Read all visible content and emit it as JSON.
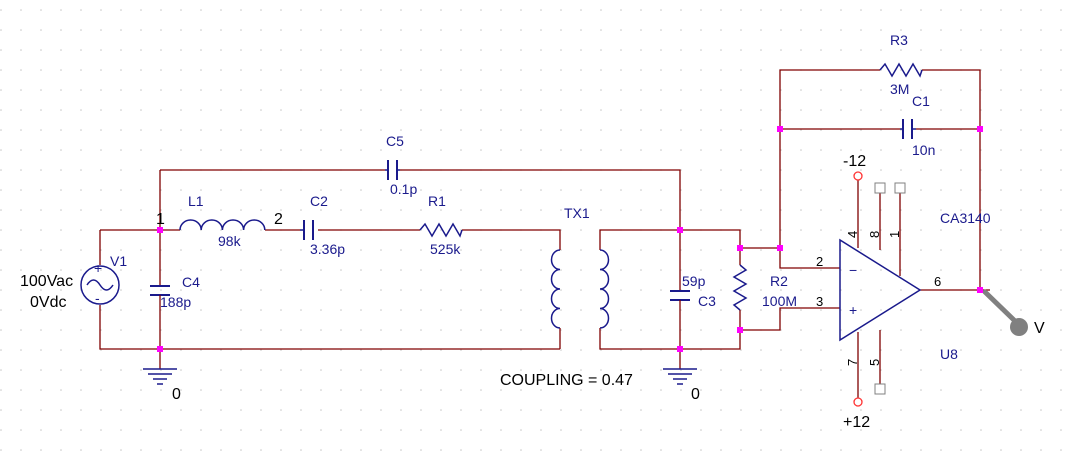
{
  "colors": {
    "wire": "#800000",
    "component": "#1a1a8c",
    "junction": "#ff00ff",
    "label": "#1a1a8c",
    "grid": "#c8c8c8",
    "probe": "#808080"
  },
  "source": {
    "name": "V1",
    "ac": "100Vac",
    "dc": "0Vdc"
  },
  "nodes": {
    "n1": "1",
    "n2": "2"
  },
  "components": {
    "L1": {
      "name": "L1",
      "value": "98k"
    },
    "C2": {
      "name": "C2",
      "value": "3.36p"
    },
    "R1": {
      "name": "R1",
      "value": "525k"
    },
    "C4": {
      "name": "C4",
      "value": "188p"
    },
    "C5": {
      "name": "C5",
      "value": "0.1p"
    },
    "TX1": {
      "name": "TX1",
      "coupling": "COUPLING = 0.47"
    },
    "C3": {
      "name": "C3",
      "value": "59p"
    },
    "R2": {
      "name": "R2",
      "value": "100M"
    },
    "R3": {
      "name": "R3",
      "value": "3M"
    },
    "C1": {
      "name": "C1",
      "value": "10n"
    },
    "U8": {
      "name": "U8",
      "part": "CA3140"
    }
  },
  "grounds": {
    "g1": "0",
    "g2": "0"
  },
  "opamp_pins": {
    "in_neg": "2",
    "in_pos": "3",
    "out": "6",
    "vneg": "4",
    "vpos": "7",
    "p8": "8",
    "p1": "1",
    "p5": "5"
  },
  "opamp_signs": {
    "minus": "−",
    "plus": "+"
  },
  "supplies": {
    "neg": "-12",
    "pos": "+12"
  },
  "probe": {
    "label": "V"
  }
}
